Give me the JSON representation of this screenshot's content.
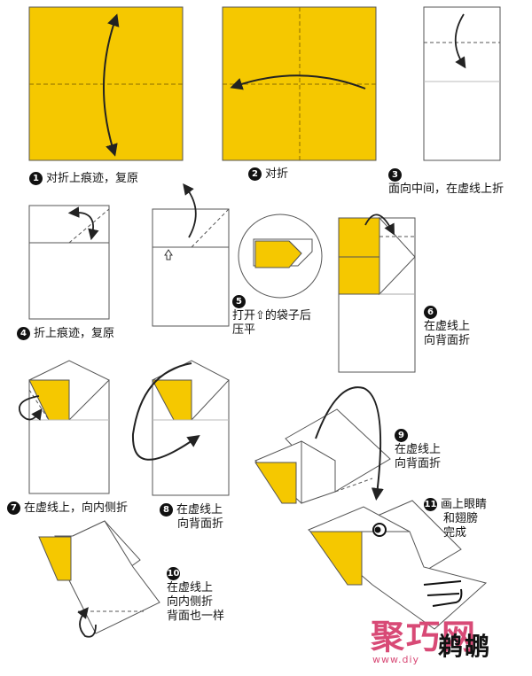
{
  "steps": [
    {
      "num": "1",
      "text": "对折上痕迹，复原"
    },
    {
      "num": "2",
      "text": "对折"
    },
    {
      "num": "3",
      "line1": "面向中间，在虚线上折"
    },
    {
      "num": "4",
      "text": "折上痕迹，复原"
    },
    {
      "num": "5",
      "line1": "打开",
      "line1b": "的袋子后",
      "line2": "压平"
    },
    {
      "num": "6",
      "line1": "在虚线上",
      "line2": "向背面折"
    },
    {
      "num": "7",
      "text": "在虚线上，向内侧折"
    },
    {
      "num": "8",
      "line1": "在虚线上",
      "line2": "向背面折"
    },
    {
      "num": "9",
      "line1": "在虚线上",
      "line2": "向背面折"
    },
    {
      "num": "10",
      "line1": "在虚线上",
      "line2": "向内侧折",
      "line3": "背面也一样"
    },
    {
      "num": "11",
      "line1": "画上眼睛",
      "line2": "和翅膀",
      "line3": "完成"
    }
  ],
  "title": "鹈鹕",
  "watermark": {
    "text": "聚巧网",
    "url": "www.diy"
  },
  "colors": {
    "paper": "#f5c800",
    "back": "#ffffff",
    "line": "#333333",
    "watermark": "#d84a76"
  }
}
